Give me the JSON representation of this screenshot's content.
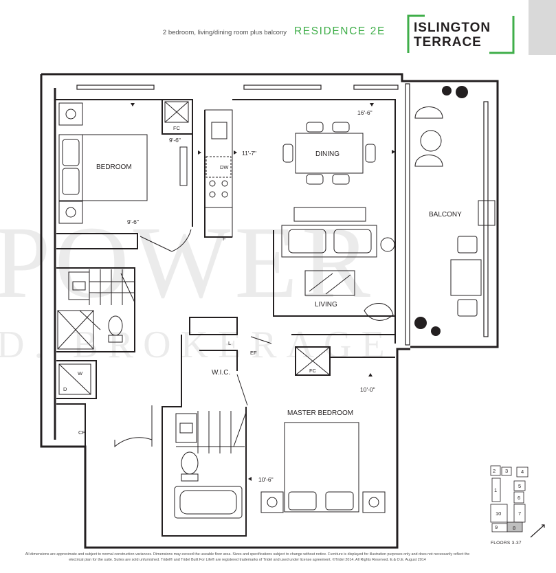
{
  "header": {
    "description": "2 bedroom, living/dining room plus balcony",
    "residence": "RESIDENCE 2E",
    "logo_line1": "ISLINGTON",
    "logo_line2": "TERRACE"
  },
  "watermark": {
    "line1": "POWER",
    "line2": "D. BROKERAGE"
  },
  "rooms": {
    "bedroom": "BEDROOM",
    "dining": "DINING",
    "living": "LIVING",
    "balcony": "BALCONY",
    "wic": "W.I.C.",
    "master_bedroom": "MASTER BEDROOM"
  },
  "dimensions": {
    "bedroom_w": "9'-6\"",
    "bedroom_h": "9'-6\"",
    "kitchen": "11'-7\"",
    "living_w": "16'-6\"",
    "master_w": "10'-0\"",
    "master_h": "10'-6\""
  },
  "fixtures": {
    "fc1": "FC",
    "fc2": "FC",
    "dw": "DW",
    "fridge": "F",
    "washer": "W",
    "dryer": "D",
    "closet_cp": "CP",
    "linen": "L",
    "ef": "EF"
  },
  "keyplate": {
    "units": [
      "1",
      "2",
      "3",
      "4",
      "5",
      "6",
      "7",
      "8",
      "9",
      "10"
    ],
    "highlight": "8",
    "floors": "FLOORS 3-37"
  },
  "footer": {
    "note": "All dimensions are approximate and subject to normal construction variances. Dimensions may exceed the useable floor area. Sizes and specifications subject to change without notice. Furniture is displayed for illustration purposes only and does not necessarily reflect the electrical plan for the suite. Suites are sold unfurnished. Tridel® and Tridel Built For Life® are registered trademarks of Tridel and used under license agreement. ©Tridel 2014. All Rights Reserved. E.& O.E. August 2014"
  },
  "colors": {
    "accent": "#3fae49",
    "wall": "#231f20",
    "tab": "#d9d9d9"
  }
}
